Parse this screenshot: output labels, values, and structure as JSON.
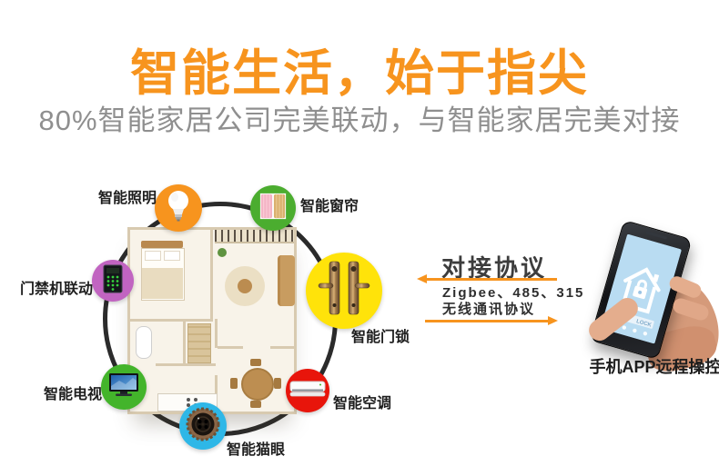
{
  "header": {
    "title": "智能生活，始于指尖",
    "subtitle": "80%智能家居公司完美联动，与智能家居完美对接"
  },
  "colors": {
    "title_orange": "#F7941E",
    "subtitle_gray": "#8F8F8F",
    "ring_black": "#2B2B2B",
    "label_dark": "#1E1E1E",
    "arrow_orange": "#F7941E",
    "phone_screen_blue": "#B9DCF2"
  },
  "hub": {
    "center_image": "apartment-floor-plan",
    "devices": [
      {
        "label": "智能照明",
        "icon": "lightbulb-icon",
        "color": "#F7941E"
      },
      {
        "label": "智能窗帘",
        "icon": "curtains-icon",
        "color": "#4BAD2F"
      },
      {
        "label": "门禁机联动",
        "icon": "access-keypad-icon",
        "color": "#C164C1"
      },
      {
        "label": "智能门锁",
        "icon": "door-lock-icon",
        "color": "#FFE30A"
      },
      {
        "label": "智能电视",
        "icon": "tv-icon",
        "color": "#43B42B"
      },
      {
        "label": "智能空调",
        "icon": "air-conditioner-icon",
        "color": "#E8150B"
      },
      {
        "label": "智能猫眼",
        "icon": "peephole-camera-icon",
        "color": "#2EB7E7"
      }
    ]
  },
  "protocol": {
    "title": "对接协议",
    "protocols_line": "Zigbee、485、315",
    "type_line": "无线通讯协议"
  },
  "phone": {
    "caption": "手机APP远程操控",
    "screen_icon": "smart-home-lock-icon",
    "lock_text": "LOCK"
  }
}
